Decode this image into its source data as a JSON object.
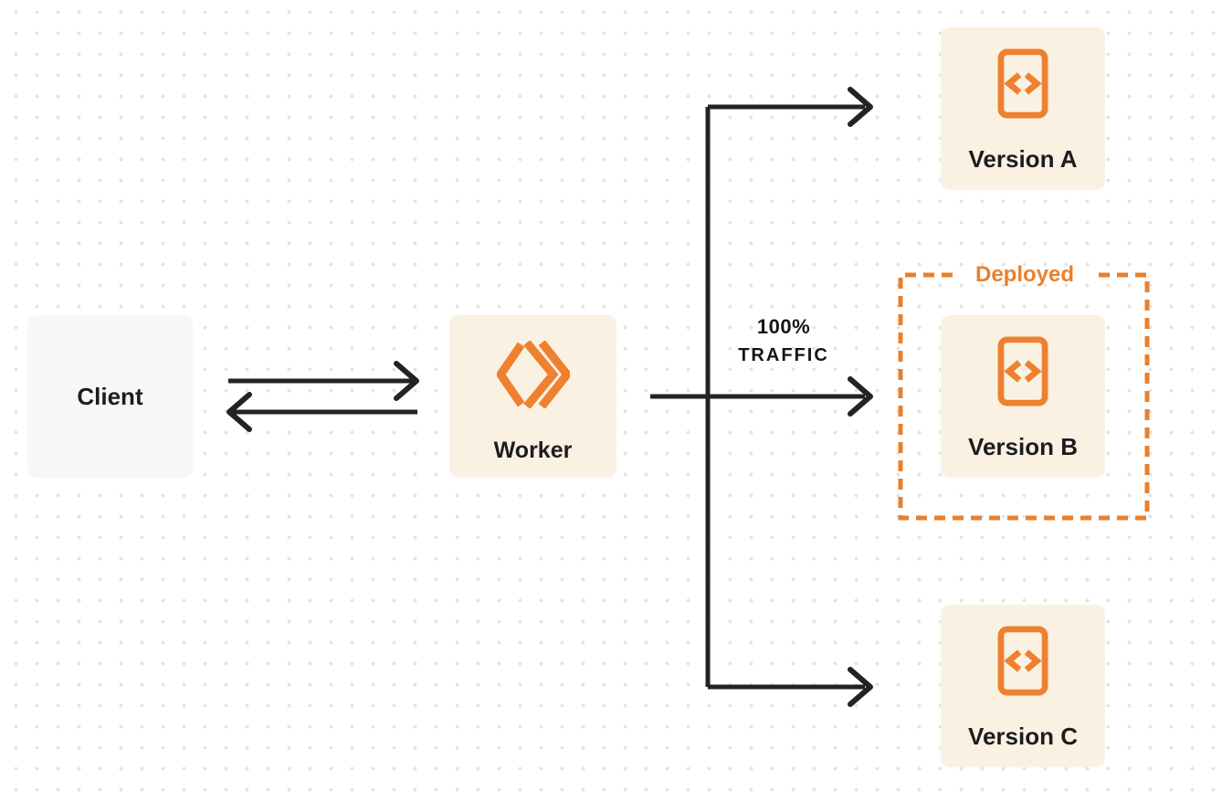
{
  "diagram": {
    "title": "worker-traffic-routing-diagram",
    "nodes": {
      "client": {
        "label": "Client"
      },
      "worker": {
        "label": "Worker"
      },
      "versions": [
        {
          "id": "version-a",
          "label": "Version A"
        },
        {
          "id": "version-b",
          "label": "Version B"
        },
        {
          "id": "version-c",
          "label": "Version C"
        }
      ]
    },
    "deployed_group": {
      "label": "Deployed",
      "contains": "Version B"
    },
    "traffic_annotation": {
      "percent": "100%",
      "word": "TRAFFIC",
      "applies_to": "Worker → Version B"
    },
    "edges": [
      {
        "from": "Client",
        "to": "Worker",
        "type": "arrow-right"
      },
      {
        "from": "Worker",
        "to": "Client",
        "type": "arrow-left"
      },
      {
        "from": "Worker",
        "to": "Version A",
        "type": "arrow"
      },
      {
        "from": "Worker",
        "to": "Version B",
        "type": "arrow",
        "label": "100% TRAFFIC"
      },
      {
        "from": "Worker",
        "to": "Version C",
        "type": "arrow"
      }
    ],
    "icons": {
      "worker": "workers-logo-icon (orange double-chevron diamond)",
      "version": "code-file-icon (document outline with <> glyph)"
    },
    "palette": {
      "background": "#ffffff",
      "dot_grid": "#e3e3e4",
      "client_card": "#f7f7f8",
      "cream_card": "#fbf1e3",
      "orange": "#ee8130",
      "orange_dashed": "#e8802e",
      "line_dark": "#232323",
      "text_dark": "#1d1d1f"
    }
  }
}
